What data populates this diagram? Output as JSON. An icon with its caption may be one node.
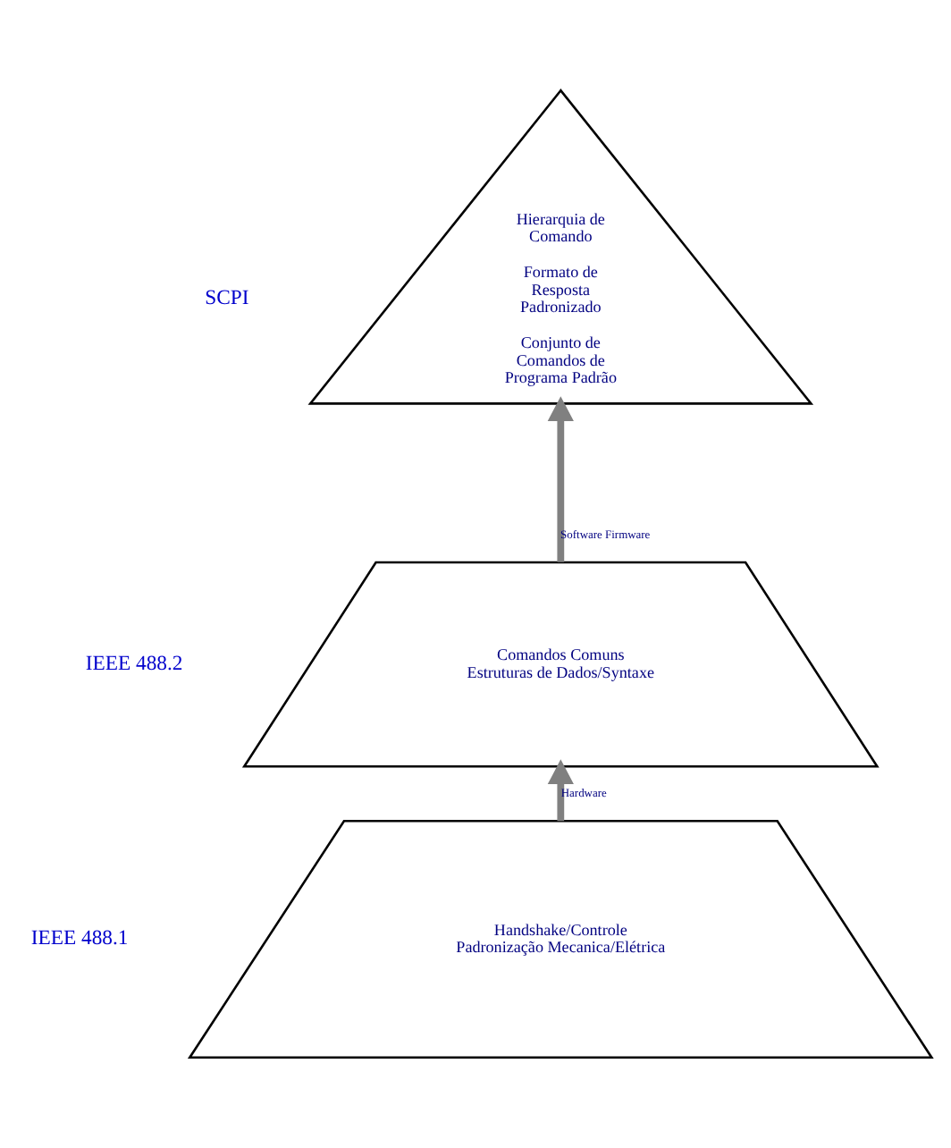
{
  "diagram": {
    "nodes": [
      {
        "text": [
          "Hierarquia de Comando",
          "Formato de Resposta Padronizado",
          "Conjunto de Comandos de Programa Padrão"
        ],
        "beside": [
          "SCPI"
        ]
      },
      {
        "text": [
          "Comandos Comuns",
          "Estruturas de Dados/Syntaxe"
        ],
        "beside": [
          "IEEE 488.2"
        ]
      },
      {
        "text": [
          "Handshake/Controle",
          "Padronização Mecanica/Elétrica"
        ],
        "beside": [
          "IEEE 488.1"
        ]
      }
    ],
    "edges": [
      {
        "from": 1,
        "to": 0,
        "arrow": "to",
        "label": "Software Firmware"
      },
      {
        "from": 2,
        "to": 1,
        "arrow": "to",
        "label": "Hardware"
      }
    ]
  }
}
